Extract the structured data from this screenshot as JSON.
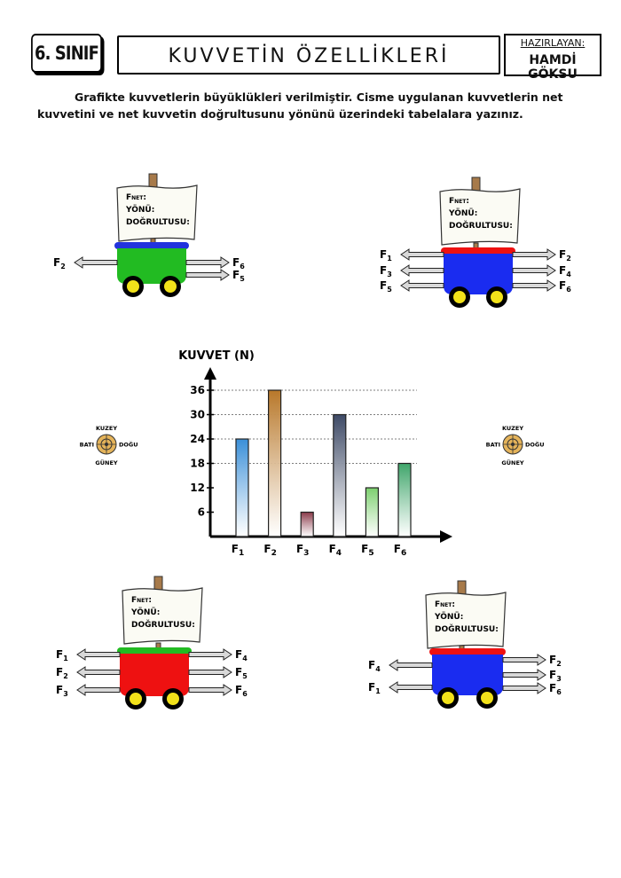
{
  "header": {
    "grade": "6. SINIF",
    "title": "KUVVETİN ÖZELLİKLERİ",
    "prepared_label": "HAZIRLAYAN:",
    "author": "HAMDİ GÖKSU"
  },
  "instruction": {
    "line1": "Grafikte kuvvetlerin büyüklükleri verilmiştir. Cisme uygulanan kuvvetlerin net",
    "line2": "kuvvetini ve net kuvvetin doğrultusunu yönünü üzerindeki tabelalara yazınız."
  },
  "sign": {
    "fnet_main": "F",
    "fnet_sub": "NET",
    "fnet_colon": ":",
    "yon": "YÖNÜ:",
    "dogrultu": "DOĞRULTUSU:"
  },
  "compass": {
    "north": "KUZEY",
    "south": "GÜNEY",
    "west": "BATI",
    "east": "DOĞU"
  },
  "carts": [
    {
      "id": "cart1",
      "body_color": "#22bb22",
      "top_color": "#2233dd",
      "left_forces": [
        "F2"
      ],
      "right_forces": [
        "F6",
        "F5"
      ]
    },
    {
      "id": "cart2",
      "body_color": "#1a2cf0",
      "top_color": "#ee1111",
      "left_forces": [
        "F1",
        "F3",
        "F5"
      ],
      "right_forces": [
        "F2",
        "F4",
        "F6"
      ]
    },
    {
      "id": "cart3",
      "body_color": "#ee1111",
      "top_color": "#22bb22",
      "left_forces": [
        "F1",
        "F2",
        "F3"
      ],
      "right_forces": [
        "F4",
        "F5",
        "F6"
      ]
    },
    {
      "id": "cart4",
      "body_color": "#1a2cf0",
      "top_color": "#ee1111",
      "left_forces": [
        "F4",
        "F1"
      ],
      "right_forces": [
        "F2",
        "F3",
        "F6"
      ]
    }
  ],
  "chart_data": {
    "type": "bar",
    "ylabel": "KUVVET (N)",
    "categories": [
      "F1",
      "F2",
      "F3",
      "F4",
      "F5",
      "F6"
    ],
    "values": [
      24,
      36,
      6,
      30,
      12,
      18
    ],
    "yticks": [
      6,
      12,
      18,
      24,
      30,
      36
    ],
    "ylim": [
      0,
      42
    ],
    "colors": [
      "#3a8fd8",
      "#b8782a",
      "#8a3a4a",
      "#3e4a66",
      "#7ccf6e",
      "#3fa56a"
    ],
    "grid": "dotted lines at 36, 30, 24, 18"
  }
}
